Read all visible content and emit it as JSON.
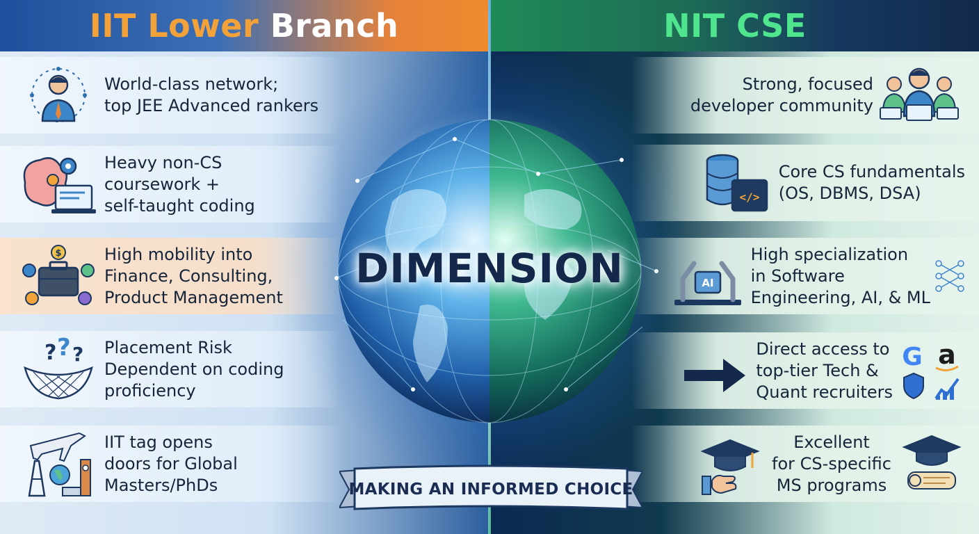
{
  "header": {
    "left_part1": "IIT Lower",
    "left_part2": "Branch",
    "right_title": "NIT CSE"
  },
  "center": {
    "title": "DIMENSION",
    "banner": "MAKING AN INFORMED CHOICE"
  },
  "left_items": [
    {
      "text": "World-class network;\ntop JEE Advanced rankers",
      "icon": "networking-person-icon"
    },
    {
      "text": "Heavy non-CS\ncoursework +\nself-taught coding",
      "icon": "brain-gears-laptop-icon"
    },
    {
      "text": "High mobility into\nFinance, Consulting,\nProduct Management",
      "icon": "briefcase-icon"
    },
    {
      "text": "Placement Risk\nDependent on coding\nproficiency",
      "icon": "question-net-icon"
    },
    {
      "text": "IIT tag opens\ndoors for Global\nMasters/PhDs",
      "icon": "global-travel-icon"
    }
  ],
  "right_items": [
    {
      "text": "Strong, focused\ndeveloper community",
      "icon": "developer-community-icon"
    },
    {
      "text": "Core CS fundamentals\n(OS, DBMS, DSA)",
      "icon": "database-code-icon"
    },
    {
      "text": "High specialization\nin Software\nEngineering, AI, & ML",
      "icon": "ai-robot-arm-icon"
    },
    {
      "text": "Direct access to\ntop-tier Tech &\nQuant recruiters",
      "icon": "recruiter-logos-icon"
    },
    {
      "text": "Excellent\nfor CS-specific\nMS programs",
      "icon": "graduation-cap-icon"
    }
  ],
  "icon_labels": {
    "ai_chip": "AI",
    "code_tag": "</>",
    "brand_g": "G",
    "brand_a": "a",
    "currency": "$"
  },
  "colors": {
    "left_accent": "#f08a2e",
    "right_accent": "#4fe48e",
    "navy": "#14284c"
  }
}
